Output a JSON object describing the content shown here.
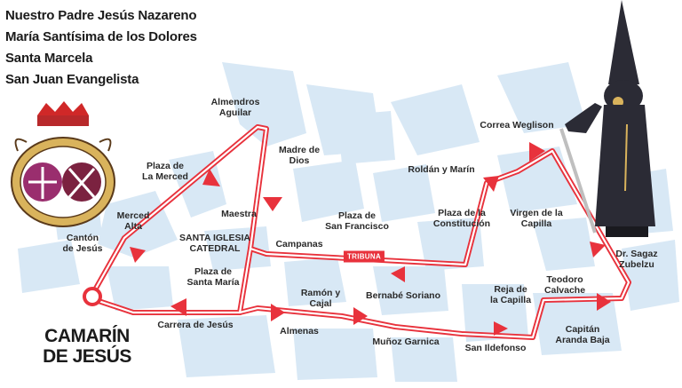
{
  "titles": [
    "Nuestro Padre Jesús Nazareno",
    "María Santísima de los Dolores",
    "Santa Marcela",
    "San Juan Evangelista"
  ],
  "origin": "CAMARÍN\nDE JESÚS",
  "badge": "TRIBUNA",
  "colors": {
    "route": "#e8323c",
    "map_blocks": "#d8e8f5",
    "streets": "#ffffff",
    "robe": "#2b2b35",
    "text": "#1b1b1b"
  },
  "labels": {
    "almendros": "Almendros\nAguilar",
    "madre_dios": "Madre de\nDios",
    "plaza_merced": "Plaza de\nLa Merced",
    "merced_alta": "Merced\nAlta",
    "canton": "Cantón\nde Jesús",
    "maestra": "Maestra",
    "catedral": "SANTA IGLESIA\nCATEDRAL",
    "campanas": "Campanas",
    "plaza_san_francisco": "Plaza de\nSan Francisco",
    "plaza_santa_maria": "Plaza de\nSanta María",
    "carrera": "Carrera de Jesús",
    "ramon": "Ramón y\nCajal",
    "almenas": "Almenas",
    "bernabe": "Bernabé Soriano",
    "munoz": "Muñoz Garnica",
    "roldan": "Roldán y Marín",
    "plaza_constitucion": "Plaza de la\nConstitución",
    "correa": "Correa Weglison",
    "virgen": "Virgen de la\nCapilla",
    "reja": "Reja de\nla Capilla",
    "san_ildefonso": "San Ildefonso",
    "teodoro": "Teodoro\nCalvache",
    "capitan": "Capitán\nAranda Baja",
    "sagaz": "Dr. Sagaz\nZubelzu"
  }
}
